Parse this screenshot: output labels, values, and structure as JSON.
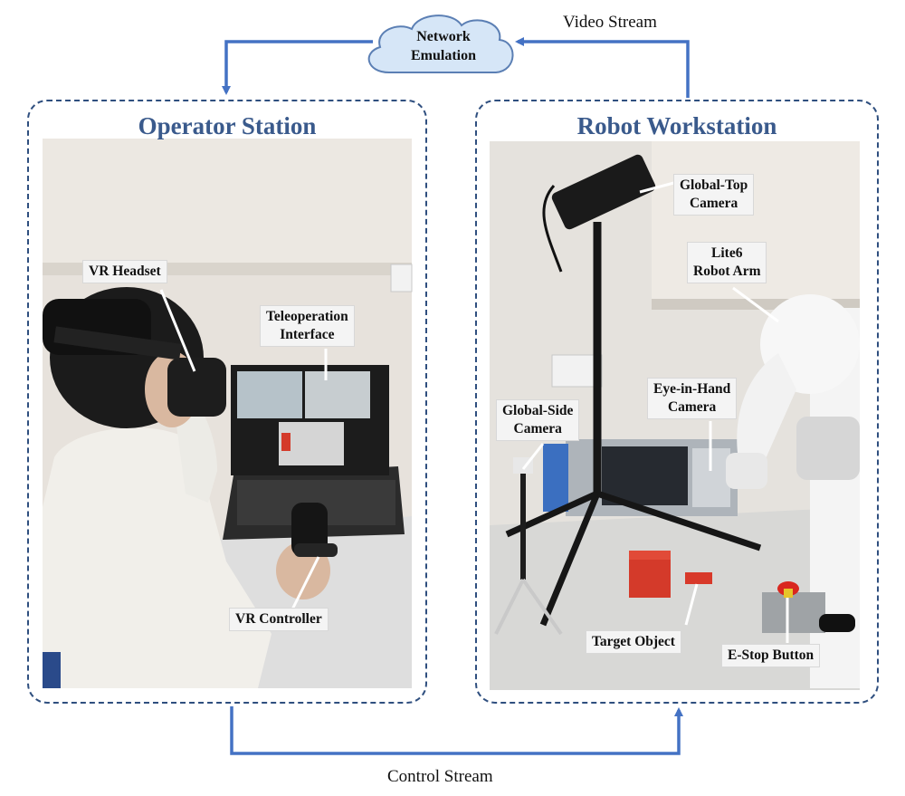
{
  "network_cloud": {
    "label": "Network\nEmulation"
  },
  "streams": {
    "video": "Video Stream",
    "control": "Control Stream"
  },
  "operator_station": {
    "title": "Operator Station",
    "labels": {
      "vr_headset": "VR Headset",
      "teleop_interface": "Teleoperation\nInterface",
      "vr_controller": "VR Controller"
    }
  },
  "robot_workstation": {
    "title": "Robot Workstation",
    "labels": {
      "global_top_camera": "Global-Top\nCamera",
      "lite6_robot_arm": "Lite6\nRobot Arm",
      "eye_in_hand_camera": "Eye-in-Hand\nCamera",
      "global_side_camera": "Global-Side\nCamera",
      "target_object": "Target Object",
      "estop_button": "E-Stop Button"
    }
  },
  "colors": {
    "arrow": "#4472c4",
    "panel_border": "#2f4f7f",
    "title": "#3a5a8c",
    "cloud_fill": "#d6e6f7",
    "cloud_stroke": "#5b7fb4"
  }
}
